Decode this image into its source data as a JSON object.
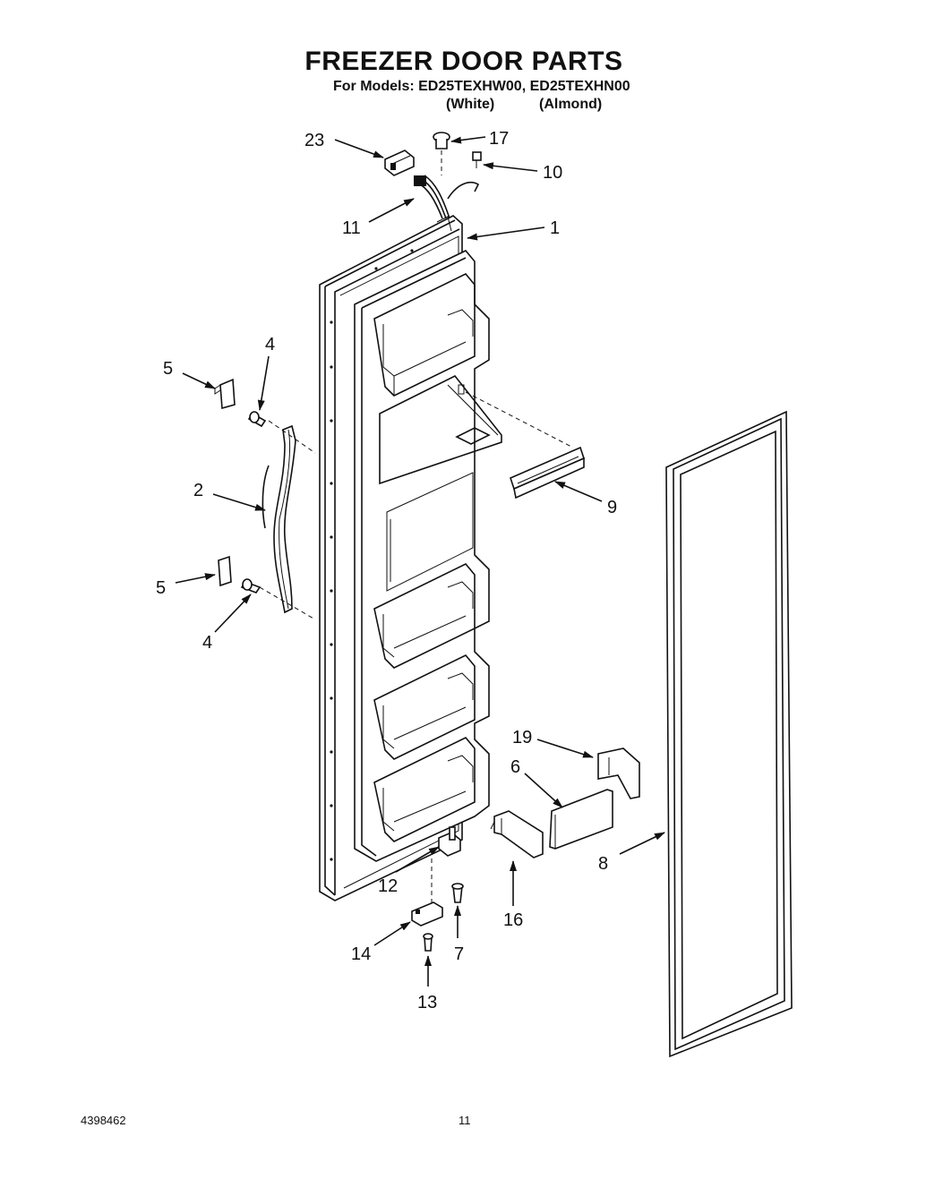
{
  "header": {
    "title": "FREEZER DOOR PARTS",
    "models_line": "For Models: ED25TEXHW00, ED25TEXHN00",
    "variant_white": "(White)",
    "variant_almond": "(Almond)"
  },
  "callouts": {
    "c1": "1",
    "c2": "2",
    "c4a": "4",
    "c4b": "4",
    "c5a": "5",
    "c5b": "5",
    "c6": "6",
    "c7": "7",
    "c8": "8",
    "c9": "9",
    "c10": "10",
    "c11": "11",
    "c12": "12",
    "c13": "13",
    "c14": "14",
    "c16": "16",
    "c17": "17",
    "c19": "19",
    "c23": "23"
  },
  "footer": {
    "doc_number": "4398462",
    "page_number": "11"
  }
}
